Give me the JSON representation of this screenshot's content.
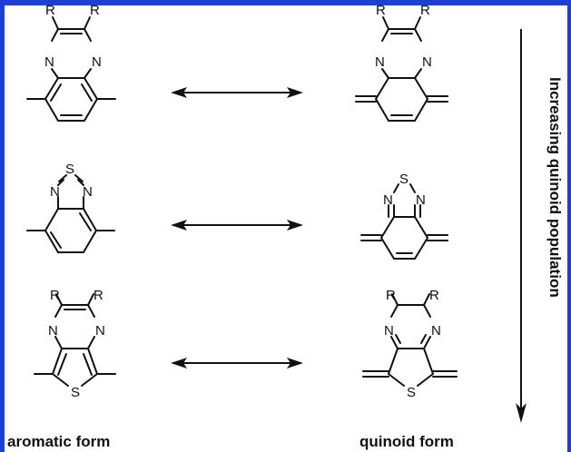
{
  "atom_labels": {
    "R": "R",
    "N": "N",
    "S": "S"
  },
  "captions": {
    "aromatic": "aromatic form",
    "quinoid": "quinoid form"
  },
  "side_label": "Increasing quinoid population",
  "colors": {
    "frame": "#1d3fd6",
    "ink": "#111111"
  }
}
